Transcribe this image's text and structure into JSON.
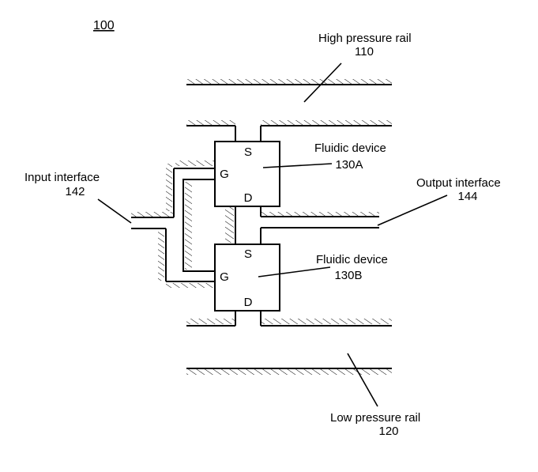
{
  "figure": {
    "number": "100"
  },
  "labels": {
    "high_rail_name": "High pressure rail",
    "high_rail_ref": "110",
    "low_rail_name": "Low pressure rail",
    "low_rail_ref": "120",
    "input_name": "Input interface",
    "input_ref": "142",
    "output_name": "Output interface",
    "output_ref": "144",
    "device_a_name": "Fluidic device",
    "device_a_ref": "130A",
    "device_b_name": "Fluidic device",
    "device_b_ref": "130B"
  },
  "pins": {
    "source": "S",
    "gate": "G",
    "drain": "D"
  }
}
